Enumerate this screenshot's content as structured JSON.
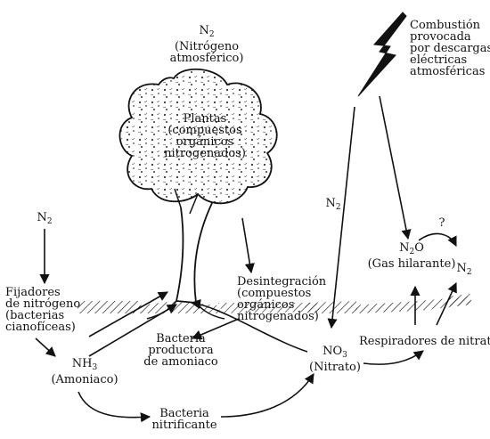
{
  "labels": {
    "n2_top": {
      "main": "N",
      "sub": "2",
      "lines": [
        "(Nitrógeno",
        "atmosférico)"
      ]
    },
    "combustion": [
      "Combustión",
      "provocada",
      "por descargas",
      "eléctricas",
      "atmosféricas"
    ],
    "plantas": [
      "Plantas",
      "(compuestos",
      "orgánicos",
      "nitrogenados)"
    ],
    "n2_left": {
      "main": "N",
      "sub": "2"
    },
    "n2_mid": {
      "main": "N",
      "sub": "2"
    },
    "question": "?",
    "n2o": {
      "main": "N",
      "sub": "2",
      "tail": "O",
      "line2": "(Gas hilarante)"
    },
    "n2_right": {
      "main": "N",
      "sub": "2"
    },
    "fijadores": [
      "Fijadores",
      "de nitrógeno",
      "(bacterias",
      "cianofíceas)"
    ],
    "desintegracion": [
      "Desintegración",
      "(compuestos",
      "orgánicos",
      "nitrogenados)"
    ],
    "bacteria_productora": [
      "Bacteria",
      "productora",
      "de amoniaco"
    ],
    "nh3": {
      "main": "NH",
      "sub": "3",
      "line2": "(Amoniaco)"
    },
    "no3": {
      "main": "NO",
      "sub": "3",
      "line2": "(Nitrato)"
    },
    "respiradores": "Respiradores de nitrato",
    "bacteria_nitrificante": [
      "Bacteria",
      "nitrificante"
    ]
  },
  "colors": {
    "ink": "#111111",
    "background": "#ffffff"
  },
  "icons": [
    "tree-illustration",
    "lightning-bolt-icon",
    "ground-hatching"
  ]
}
